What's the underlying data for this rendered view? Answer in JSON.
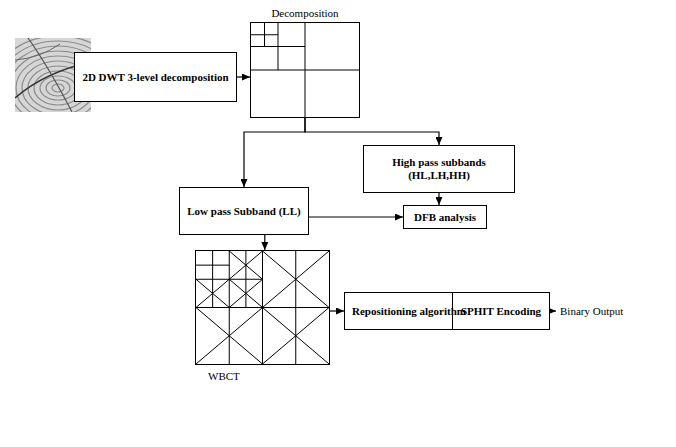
{
  "diagram": {
    "nodes": [
      {
        "text": [
          "2D DWT 3-level decomposition"
        ]
      },
      {
        "text": [
          "Decomposition"
        ]
      },
      {
        "text": [
          "Low pass Subband (LL)"
        ]
      },
      {
        "text": [
          "High pass subbands (HL,LH,HH)"
        ]
      },
      {
        "text": [
          "DFB analysis"
        ]
      },
      {
        "text": [
          "WBCT"
        ]
      },
      {
        "text": [
          "Repositioning algorithm"
        ]
      },
      {
        "text": [
          "SPHIT Encoding"
        ]
      }
    ],
    "edges": [
      {
        "from": 0,
        "to": 1,
        "arrow": "to"
      },
      {
        "from": 1,
        "to": 2,
        "arrow": "to"
      },
      {
        "from": 1,
        "to": 3,
        "arrow": "to"
      },
      {
        "from": 2,
        "to": 4,
        "arrow": "to"
      },
      {
        "from": 3,
        "to": 4,
        "arrow": "to"
      },
      {
        "from": 2,
        "to": 5,
        "arrow": "to"
      },
      {
        "from": 5,
        "to": 6,
        "arrow": "to"
      },
      {
        "from": 6,
        "to": 7,
        "arrow": "to"
      }
    ],
    "labels": [
      "Binary Output"
    ]
  }
}
